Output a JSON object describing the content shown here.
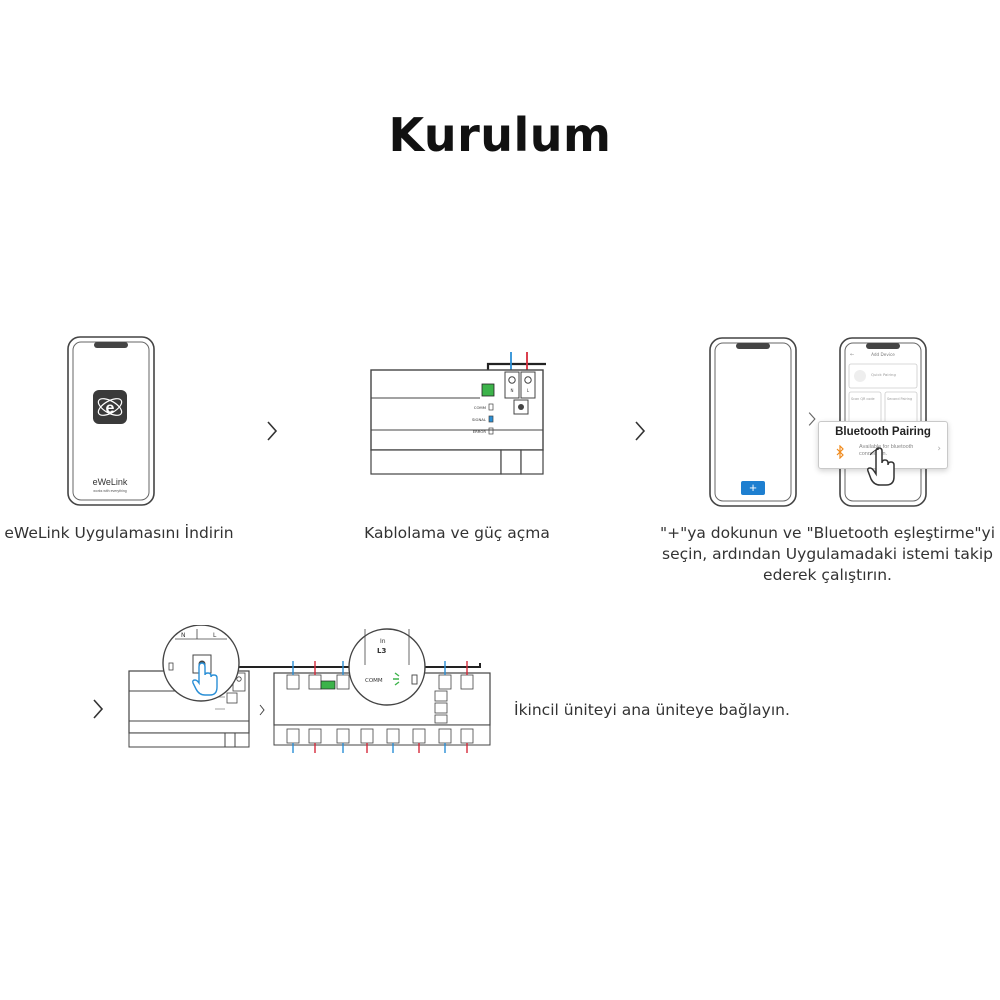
{
  "title": "Kurulum",
  "steps": [
    {
      "caption": "eWeLink Uygulamasını İndirin"
    },
    {
      "caption": "Kablolama ve güç açma"
    },
    {
      "caption": "\"+\"ya dokunun ve \"Bluetooth eşleştirme\"yi seçin, ardından Uygulamadaki istemi takip ederek çalıştırın."
    },
    {
      "caption": "İkincil üniteyi ana üniteye bağlayın."
    }
  ],
  "phone1": {
    "app_name": "eWeLink",
    "tagline": "works with everything",
    "logo_letter": "e"
  },
  "device": {
    "comm_label": "COMM",
    "signal_label": "SIGNAL",
    "error_label": "ERROR",
    "terminal_n": "N",
    "terminal_l": "L"
  },
  "phone2": {
    "add_button": "+"
  },
  "phone3": {
    "header": "Add Device",
    "quick_pairing": "Quick Pairing",
    "scan_qr": "Scan QR code",
    "second_pairing": "Second Pairing"
  },
  "bt_popup": {
    "title": "Bluetooth Pairing",
    "subtitle_line1": "Available for bluetooth",
    "subtitle_line2": "connection."
  },
  "step4": {
    "term_n": "N",
    "term_l": "L",
    "term_in": "In",
    "term_l3": "L3",
    "comm_label": "COMM"
  },
  "colors": {
    "wire_blue": "#2a8fd6",
    "wire_red": "#d62a3a",
    "button_blue": "#1e7fd0",
    "led_green": "#3cb34a",
    "bluetooth_orange": "#f08a1c",
    "stroke": "#444444"
  }
}
